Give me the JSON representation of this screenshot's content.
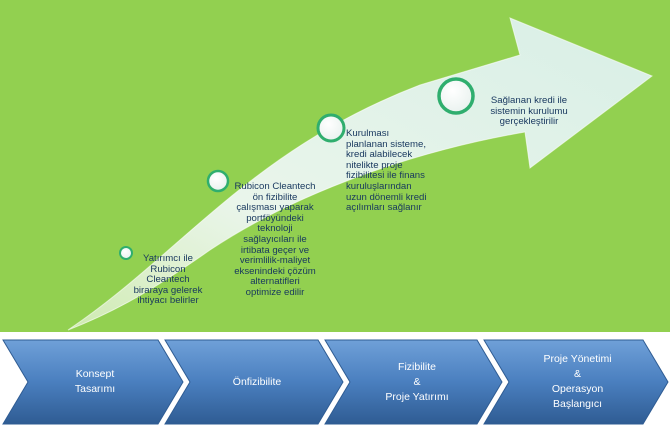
{
  "milestones": [
    {
      "id": "m1",
      "lines": [
        "Yatırımcı ile",
        "Rubicon",
        "Cleantech",
        "biraraya gelerek",
        "ihtiyacı belirler"
      ]
    },
    {
      "id": "m2",
      "lines": [
        "Rubicon Cleantech",
        "ön fizibilite",
        "çalışması yaparak",
        "portföyündeki",
        "teknoloji",
        "sağlayıcıları ile",
        "irtibata geçer ve",
        "verimlilik-maliyet",
        "eksenindeki çözüm",
        "alternatifleri",
        "optimize edilir"
      ]
    },
    {
      "id": "m3",
      "lines": [
        "Kurulması",
        "planlanan sisteme,",
        "kredi alabilecek",
        "nitelikte proje",
        "fizibilitesi ile finans",
        "kuruluşlarından",
        "uzun dönemli kredi",
        "açılımları sağlanır"
      ]
    },
    {
      "id": "m4",
      "lines": [
        "Sağlanan kredi ile",
        "sistemin kurulumu",
        "gerçekleştirilir"
      ]
    }
  ],
  "phases": [
    {
      "id": "p1",
      "lines": [
        "Konsept",
        "Tasarımı"
      ]
    },
    {
      "id": "p2",
      "lines": [
        "Önfizibilite"
      ]
    },
    {
      "id": "p3",
      "lines": [
        "Fizibilite",
        "&",
        "Proje Yatırımı"
      ]
    },
    {
      "id": "p4",
      "lines": [
        "Proje Yönetimi",
        "&",
        "Operasyon",
        "Başlangıcı"
      ]
    }
  ],
  "colors": {
    "background_green": "#92d050",
    "arrow_light": "#e6f3ef",
    "circle_stroke": "#2fae6e",
    "milestone_text": "#17375e",
    "phase_fill_top": "#5b8fcc",
    "phase_fill_bottom": "#2f5c93",
    "phase_text": "#ffffff"
  }
}
